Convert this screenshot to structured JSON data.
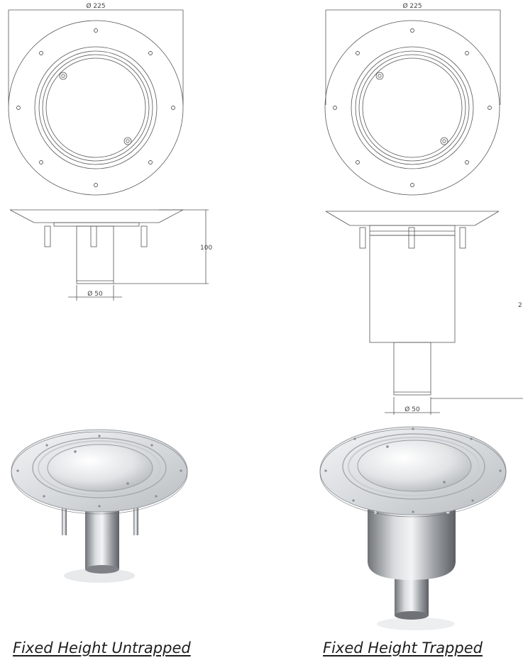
{
  "left_product": {
    "diameter_label": "Ø 225",
    "height_label": "100",
    "outlet_label": "Ø 50",
    "caption": "Fixed Height Untrapped"
  },
  "right_product": {
    "diameter_label": "Ø 225",
    "height_label": "2",
    "outlet_label": "Ø 50",
    "caption": "Fixed Height Trapped"
  },
  "colors": {
    "line": "#555555",
    "steel_light": "#e6e8ea",
    "steel_dark": "#7c7f83"
  }
}
